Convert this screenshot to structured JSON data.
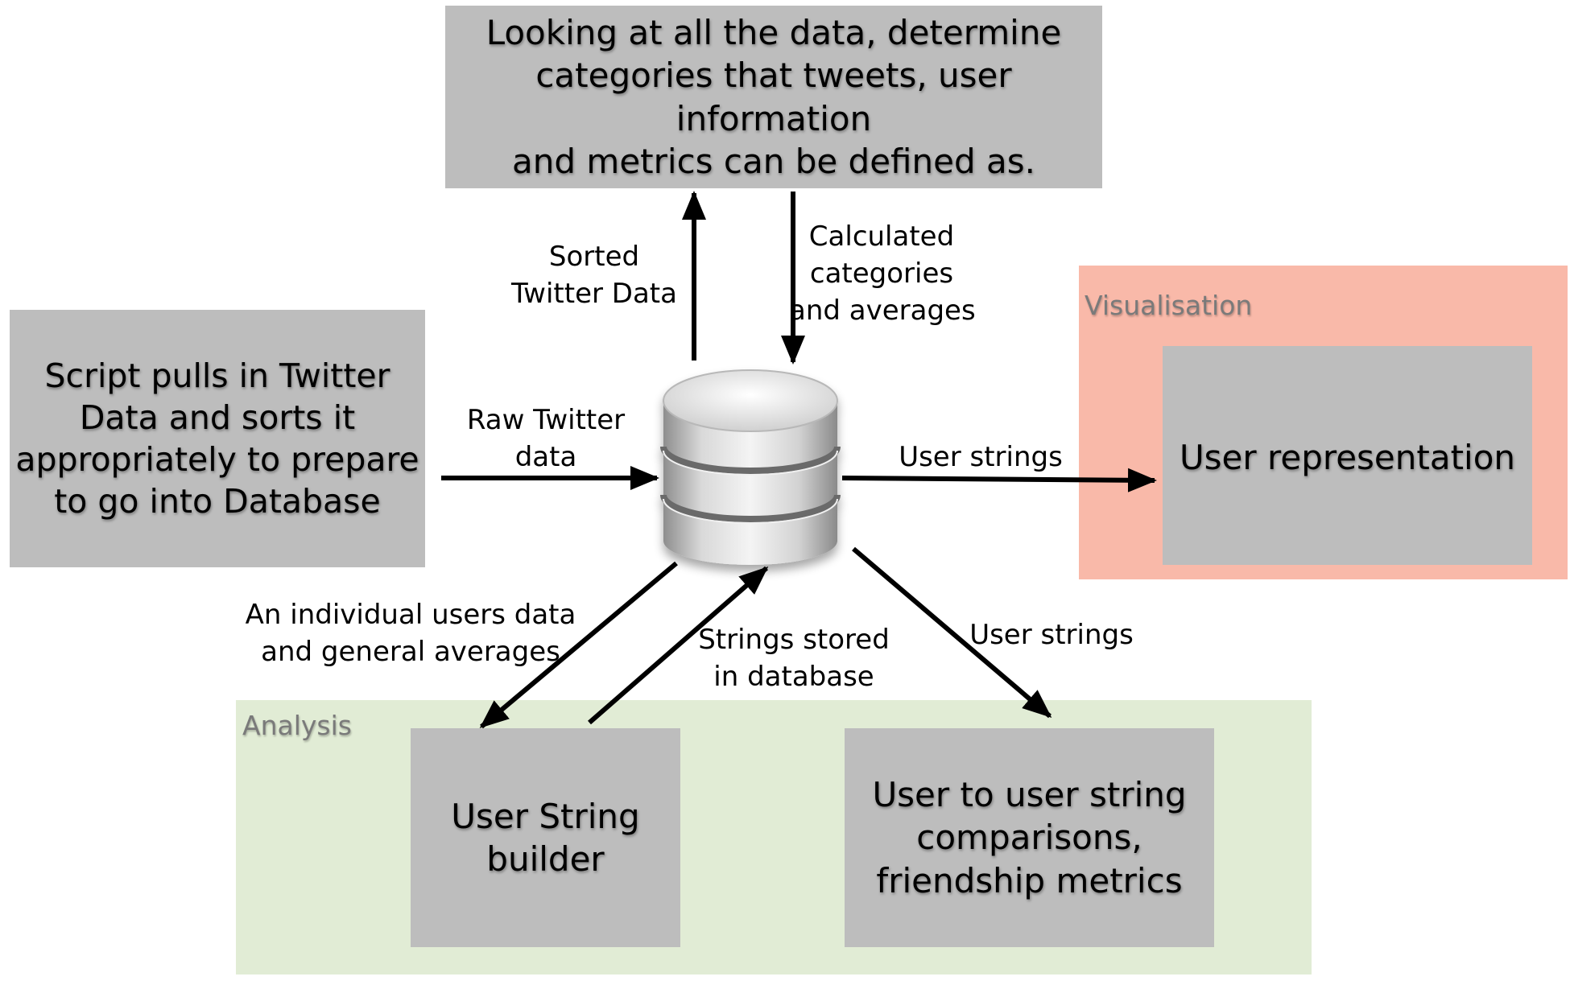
{
  "regions": {
    "visualisation": {
      "label": "Visualisation",
      "color": "#f9b9a9"
    },
    "analysis": {
      "label": "Analysis",
      "color": "#e1ecd5"
    }
  },
  "boxes": {
    "categories": {
      "line1": "Looking at all the data, determine",
      "line2": "categories that tweets, user information",
      "line3": "and metrics can be defined as."
    },
    "script": {
      "line1": "Script pulls in Twitter",
      "line2": "Data and sorts it",
      "line3": "appropriately to prepare",
      "line4": "to go into Database"
    },
    "user_representation": {
      "line1": "User representation"
    },
    "user_string_builder": {
      "line1": "User String",
      "line2": "builder"
    },
    "comparisons": {
      "line1": "User to user string",
      "line2": "comparisons,",
      "line3": "friendship metrics"
    }
  },
  "edges": {
    "sorted_twitter_data": {
      "line1": "Sorted",
      "line2": "Twitter Data"
    },
    "calculated_categories": {
      "line1": "Calculated",
      "line2": "categories",
      "line3": "and averages"
    },
    "raw_twitter_data": {
      "line1": "Raw Twitter",
      "line2": "data"
    },
    "user_strings_right": {
      "line1": "User strings"
    },
    "individual_users_data": {
      "line1": "An individual users data",
      "line2": "and general averages"
    },
    "strings_stored": {
      "line1": "Strings stored",
      "line2": "in database"
    },
    "user_strings_down": {
      "line1": "User strings"
    }
  },
  "colors": {
    "box_fill": "#bdbdbd",
    "arrow": "#000000"
  },
  "icons": {
    "database": "database-icon"
  }
}
